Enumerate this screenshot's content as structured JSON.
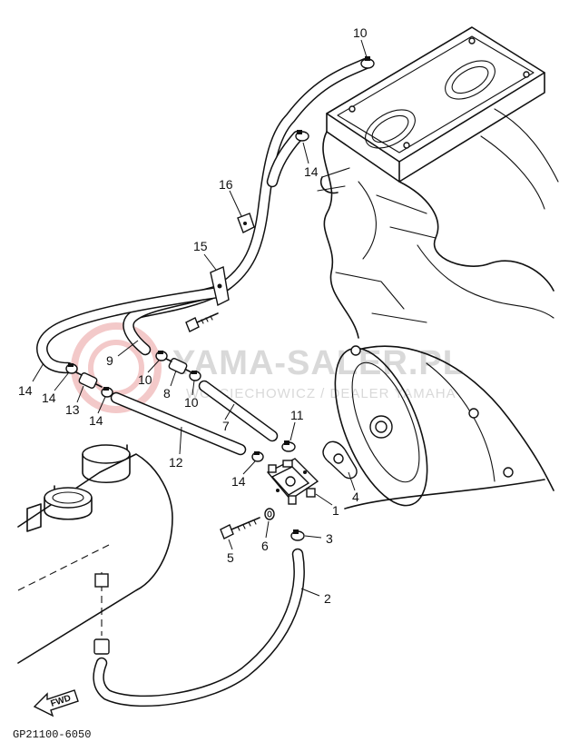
{
  "diagram": {
    "code": "GP21100-6050",
    "fwd_label": "FWD",
    "watermark": {
      "brand": "YAMA-SALER.PL",
      "dealer": "WOJCIECHOWICZ / DEALER YAMAHA"
    },
    "callouts": [
      {
        "id": "c1",
        "label": "1"
      },
      {
        "id": "c2",
        "label": "2"
      },
      {
        "id": "c3",
        "label": "3"
      },
      {
        "id": "c4",
        "label": "4"
      },
      {
        "id": "c5",
        "label": "5"
      },
      {
        "id": "c6",
        "label": "6"
      },
      {
        "id": "c7",
        "label": "7"
      },
      {
        "id": "c8",
        "label": "8"
      },
      {
        "id": "c9",
        "label": "9"
      },
      {
        "id": "c10a",
        "label": "10"
      },
      {
        "id": "c10b",
        "label": "10"
      },
      {
        "id": "c10c",
        "label": "10"
      },
      {
        "id": "c11",
        "label": "11"
      },
      {
        "id": "c12",
        "label": "12"
      },
      {
        "id": "c13",
        "label": "13"
      },
      {
        "id": "c14a",
        "label": "14"
      },
      {
        "id": "c14b",
        "label": "14"
      },
      {
        "id": "c14c",
        "label": "14"
      },
      {
        "id": "c14d",
        "label": "14"
      },
      {
        "id": "c15",
        "label": "15"
      },
      {
        "id": "c16",
        "label": "16"
      }
    ]
  }
}
